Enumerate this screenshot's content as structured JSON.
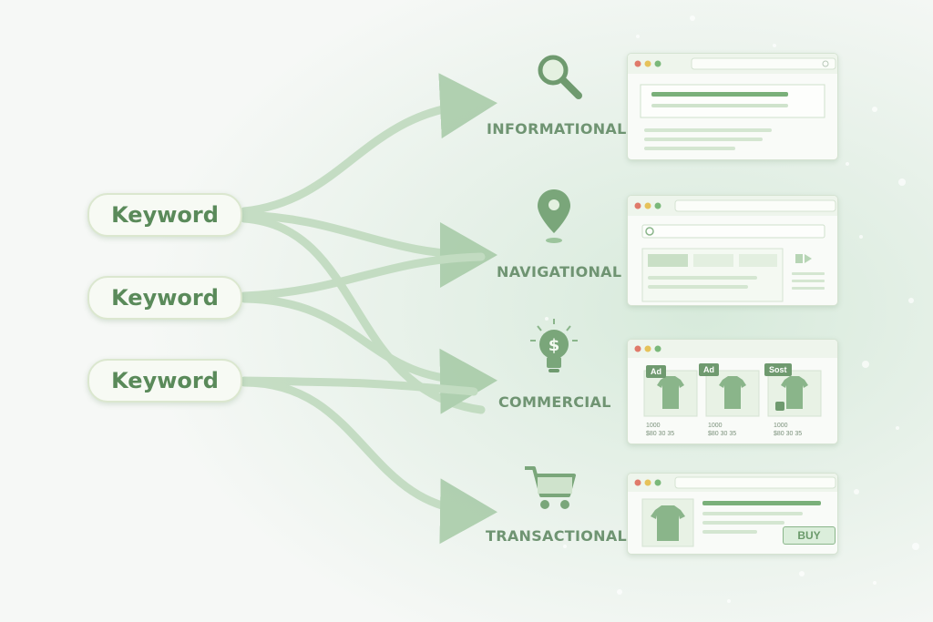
{
  "keywords": [
    "Keyword",
    "Keyword",
    "Keyword"
  ],
  "intents": [
    {
      "label": "INFORMATIONAL",
      "icon": "magnifier-icon"
    },
    {
      "label": "NAVIGATIONAL",
      "icon": "location-pin-icon"
    },
    {
      "label": "COMMERCIAL",
      "icon": "lightbulb-dollar-icon"
    },
    {
      "label": "TRANSACTIONAL",
      "icon": "shopping-cart-icon"
    }
  ],
  "commercial_window": {
    "tags": [
      "Ad",
      "Ad",
      "Sost"
    ],
    "prices": [
      {
        "line1": "1000",
        "line2": "$80 30 35"
      },
      {
        "line1": "1000",
        "line2": "$80 30 35"
      },
      {
        "line1": "1000",
        "line2": "$80 30 35"
      }
    ]
  },
  "transactional_window": {
    "buy_label": "BUY"
  },
  "colors": {
    "accent": "#6f9a6f",
    "light_green": "#dbeedb",
    "text_green": "#5a8a5a"
  }
}
